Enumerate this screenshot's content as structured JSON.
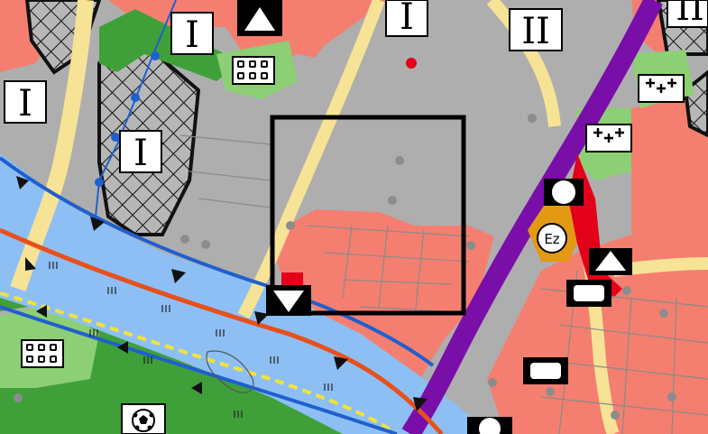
{
  "map": {
    "colors": {
      "grey": "#aeaeae",
      "salmon": "#f47f70",
      "green_light": "#8ccf74",
      "green_dark": "#3fa03a",
      "water": "#8dbff5",
      "road": "#f6e395",
      "purple": "#7a0ea8",
      "orange": "#e29a13",
      "red": "#e2001a",
      "blue_line": "#1f5fcf",
      "orange_line": "#e8501c",
      "yellow_line": "#f2e23a"
    },
    "zone_labels": [
      "I",
      "I",
      "I",
      "I",
      "II",
      "II"
    ],
    "ez_label": "Ez",
    "icons": {
      "grid_symbol": "grid-box-icon",
      "cross_symbol": "cross-symbol-icon",
      "triangle_up": "triangle-up-icon",
      "triangle_down": "triangle-down-icon",
      "circle_marker": "circle-marker-icon",
      "rounded_rect": "rounded-rect-icon",
      "soccer_ball": "soccer-ball-icon"
    }
  }
}
